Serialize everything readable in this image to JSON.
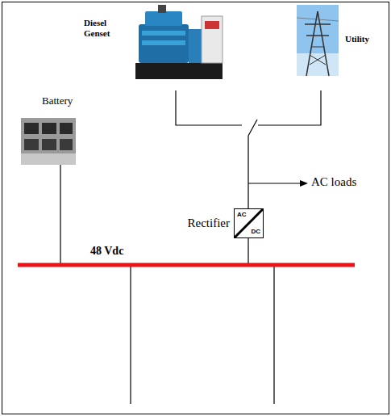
{
  "diagram": {
    "nodes": [
      {
        "text": [
          "Rectifier",
          "AC",
          "DC"
        ]
      }
    ],
    "labels": [
      "Diesel Genset",
      "Utility",
      "Battery",
      "AC loads",
      "48 Vdc"
    ]
  }
}
